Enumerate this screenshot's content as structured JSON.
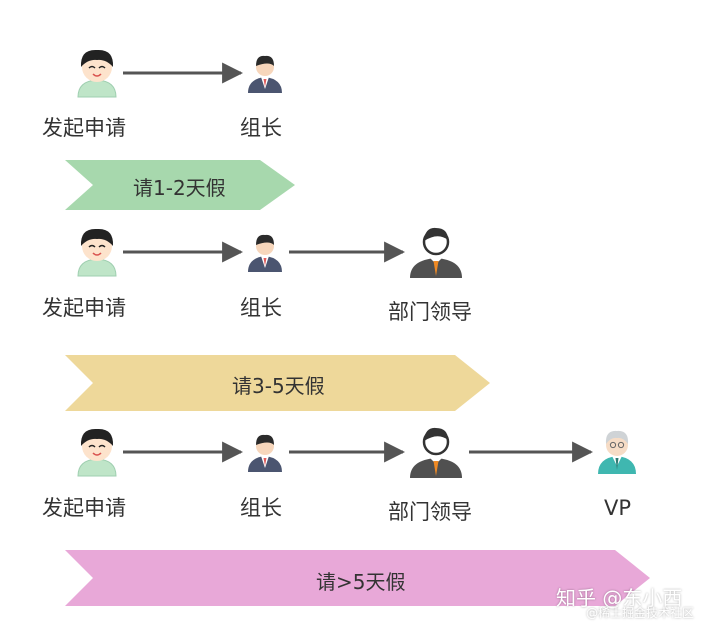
{
  "colors": {
    "band_green": "#a7d8ad",
    "band_yellow": "#eed89a",
    "band_pink": "#e8a8d8",
    "arrow": "#555555",
    "text": "#333333"
  },
  "flows": [
    {
      "band": "请1-2天假",
      "nodes": [
        {
          "icon": "employee-icon",
          "label": "发起申请"
        },
        {
          "icon": "team-leader-icon",
          "label": "组长"
        }
      ]
    },
    {
      "band": "请3-5天假",
      "nodes": [
        {
          "icon": "employee-icon",
          "label": "发起申请"
        },
        {
          "icon": "team-leader-icon",
          "label": "组长"
        },
        {
          "icon": "department-head-icon",
          "label": "部门领导"
        }
      ]
    },
    {
      "band": "请>5天假",
      "nodes": [
        {
          "icon": "employee-icon",
          "label": "发起申请"
        },
        {
          "icon": "team-leader-icon",
          "label": "组长"
        },
        {
          "icon": "department-head-icon",
          "label": "部门领导"
        },
        {
          "icon": "vp-icon",
          "label": "VP"
        }
      ]
    }
  ],
  "watermark": {
    "main": "知乎 @东小西",
    "sub": "@稀土掘金技术社区"
  }
}
